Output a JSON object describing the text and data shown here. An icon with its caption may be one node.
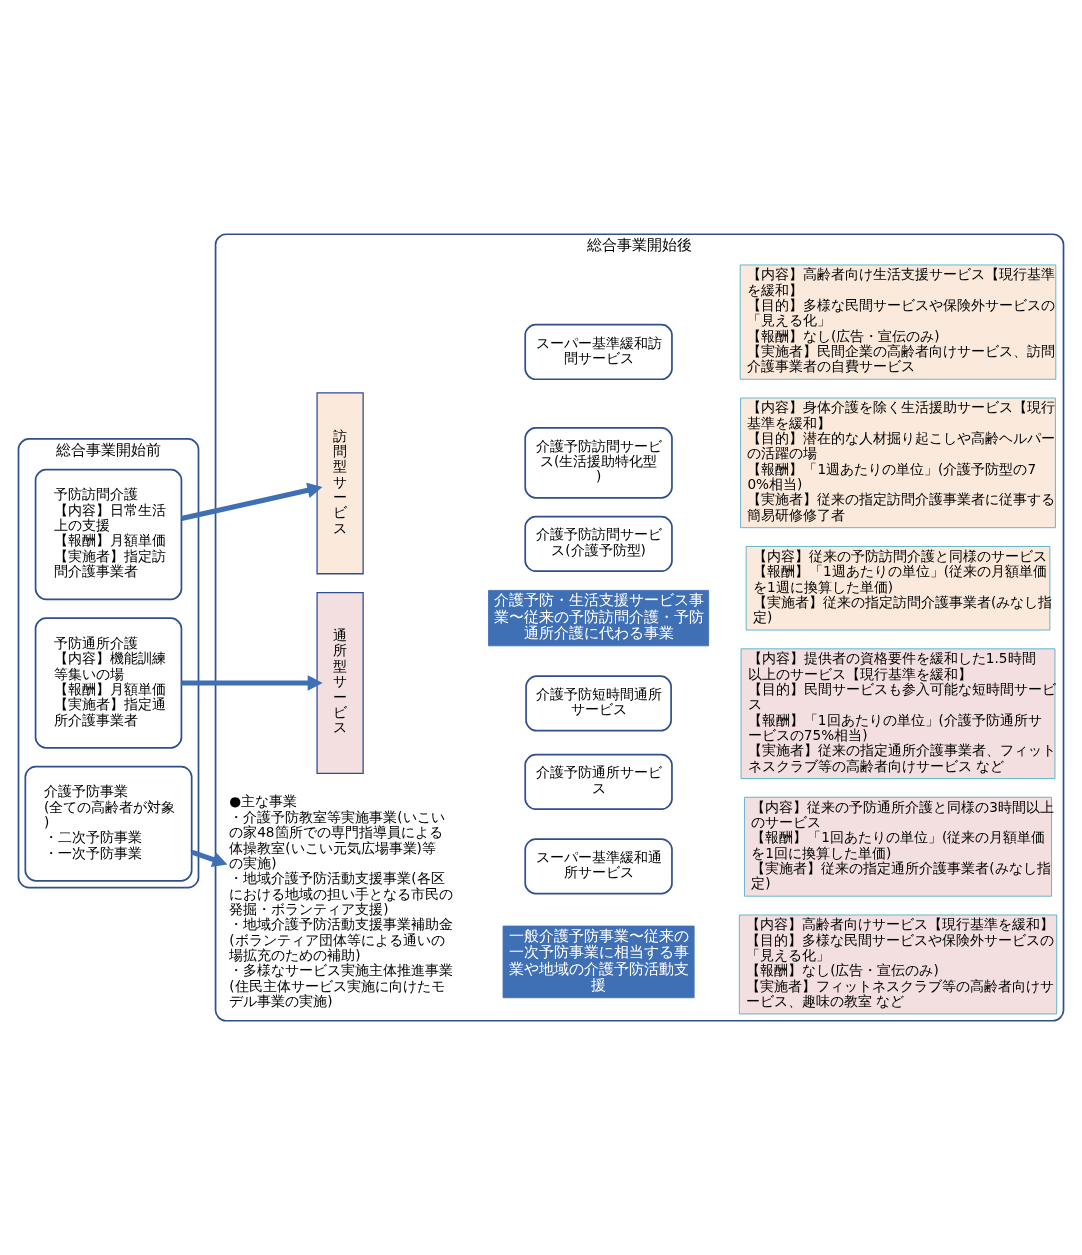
{
  "diagram": {
    "nodes": [
      {
        "text": [
          "総合事業開始前"
        ]
      },
      {
        "text": [
          "予防訪問介護",
          "【内容】日常生活上の支援",
          "【報酬】月額単価",
          "【実施者】指定訪問介護事業者"
        ],
        "in": 0
      },
      {
        "text": [
          "予防通所介護",
          "【内容】機能訓練等集いの場",
          "【報酬】月額単価",
          "【実施者】指定通所介護事業者"
        ],
        "in": 0
      },
      {
        "text": [
          "介護予防事業",
          "(全ての高齢者が対象)",
          "・二次予防事業",
          "・一次予防事業"
        ],
        "in": 0
      },
      {
        "text": [
          "総合事業開始後"
        ]
      },
      {
        "text": [
          "介護予防・生活支援サービス事業〜従来の予防訪問介護・予防通所介護に代わる事業"
        ],
        "in": 4
      },
      {
        "text": [
          "訪問型サービス"
        ],
        "in": 4
      },
      {
        "text": [
          "介護予防訪問サービス(介護予防型)"
        ],
        "in": 4
      },
      {
        "text": [
          "【内容】従来の予防訪問介護と同様のサービス",
          "【報酬】「1週あたりの単位」(従来の月額単価を1週に換算した単価)",
          "【実施者】従来の指定訪問介護事業者(みなし指定)"
        ],
        "in": 4
      },
      {
        "text": [
          "介護予防訪問サービス(生活援助特化型)"
        ],
        "in": 4
      },
      {
        "text": [
          "【内容】身体介護を除く生活援助サービス【現行基準を緩和】",
          "【目的】潜在的な人材掘り起こしや高齢ヘルパーの活躍の場",
          "【報酬】「1週あたりの単位」(介護予防型の70%相当)",
          "【実施者】従来の指定訪問介護事業者に従事する簡易研修修了者"
        ],
        "in": 4
      },
      {
        "text": [
          "スーパー基準緩和訪問サービス"
        ],
        "in": 4
      },
      {
        "text": [
          "【内容】高齢者向け生活支援サービス【現行基準を緩和】",
          "【目的】多様な民間サービスや保険外サービスの「見える化」",
          "【報酬】なし(広告・宣伝のみ)",
          "【実施者】民間企業の高齢者向けサービス、訪問介護事業者の自費サービス"
        ],
        "in": 4
      },
      {
        "text": [
          "通所型サービス"
        ],
        "in": 4
      },
      {
        "text": [
          "介護予防通所サービス"
        ],
        "in": 4
      },
      {
        "text": [
          "【内容】従来の予防通所介護と同様の3時間以上のサービス",
          "【報酬】「1回あたりの単位」(従来の月額単価を1回に換算した単価)",
          "【実施者】従来の指定通所介護事業者(みなし指定)"
        ],
        "in": 4
      },
      {
        "text": [
          "介護予防短時間通所サービス"
        ],
        "in": 4
      },
      {
        "text": [
          "【内容】提供者の資格要件を緩和した1.5時間以上のサービス【現行基準を緩和】",
          "【目的】民間サービスも参入可能な短時間サービス",
          "【報酬】「1回あたりの単位」(介護予防通所サービスの75%相当)",
          "【実施者】従来の指定通所介護事業者、フィットネスクラブ等の高齢者向けサービス など"
        ],
        "in": 4
      },
      {
        "text": [
          "スーパー基準緩和通所サービス"
        ],
        "in": 4
      },
      {
        "text": [
          "【内容】高齢者向けサービス【現行基準を緩和】",
          "【目的】多様な民間サービスや保険外サービスの「見える化」",
          "【報酬】なし(広告・宣伝のみ)",
          "【実施者】フィットネスクラブ等の高齢者向けサービス、趣味の教室 など"
        ],
        "in": 4
      },
      {
        "text": [
          "一般介護予防事業〜従来の一次予防事業に相当する事業や地域の介護予防活動支援"
        ],
        "in": 4
      },
      {
        "text": [
          "●主な事業",
          "・介護予防教室等実施事業(いこいの家48箇所での専門指導員による体操教室(いこい元気広場事業)等の実施)",
          "・地域介護予防活動支援事業(各区における地域の担い手となる市民の発掘・ボランティア支援)",
          "・地域介護予防活動支援事業補助金(ボランティア団体等による通いの場拡充のための補助)",
          "・多様なサービス実施主体推進事業(住民主体サービス実施に向けたモデル事業の実施)"
        ],
        "in": 4
      }
    ],
    "edges": [
      {
        "from": 1,
        "to": 6,
        "arrow": "to"
      },
      {
        "from": 2,
        "to": 13,
        "arrow": "to"
      },
      {
        "from": 3,
        "to": 21,
        "arrow": "to"
      }
    ]
  }
}
